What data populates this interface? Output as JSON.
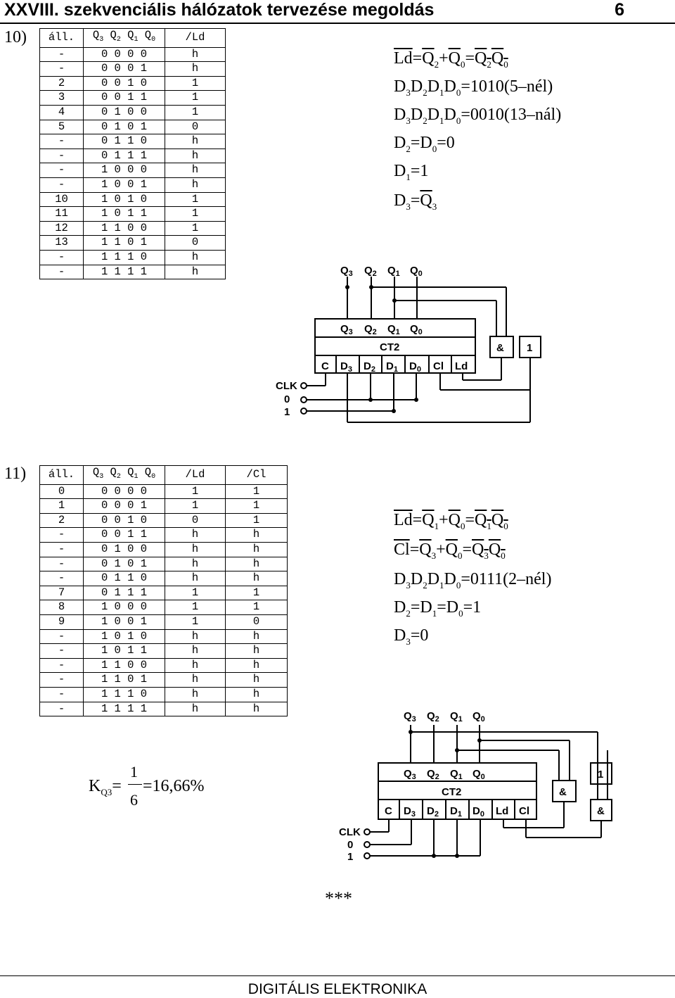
{
  "header": {
    "title": "XXVIII. szekvenciális hálózatok tervezése megoldás",
    "page": "6"
  },
  "problem10": {
    "number": "10)",
    "table_header": [
      "áll.",
      "Q3 Q2 Q1 Q0",
      "/Ld"
    ],
    "rows": [
      [
        "-",
        "0 0 0 0",
        "h"
      ],
      [
        "-",
        "0 0 0 1",
        "h"
      ],
      [
        "2",
        "0 0 1 0",
        "1"
      ],
      [
        "3",
        "0 0 1 1",
        "1"
      ],
      [
        "4",
        "0 1 0 0",
        "1"
      ],
      [
        "5",
        "0 1 0 1",
        "0"
      ],
      [
        "-",
        "0 1 1 0",
        "h"
      ],
      [
        "-",
        "0 1 1 1",
        "h"
      ],
      [
        "-",
        "1 0 0 0",
        "h"
      ],
      [
        "-",
        "1 0 0 1",
        "h"
      ],
      [
        "10",
        "1 0 1 0",
        "1"
      ],
      [
        "11",
        "1 0 1 1",
        "1"
      ],
      [
        "12",
        "1 1 0 0",
        "1"
      ],
      [
        "13",
        "1 1 0 1",
        "0"
      ],
      [
        "-",
        "1 1 1 0",
        "h"
      ],
      [
        "-",
        "1 1 1 1",
        "h"
      ]
    ],
    "eq_ld": {
      "lhs": "Ld",
      "t1": "Q",
      "t1s": "2",
      "t2": "Q",
      "t2s": "0",
      "r1": "Q",
      "r1s": "2",
      "r2": "Q",
      "r2s": "0"
    },
    "eq_d1": "=1010(5–nél)",
    "eq_d2": "=0010(13–nál)",
    "eq_d3": "=0",
    "eq_d4": "=1",
    "eq_d5": "="
  },
  "problem11": {
    "number": "11)",
    "table_header": [
      "áll.",
      "Q3 Q2 Q1 Q0",
      "/Ld",
      "/Cl"
    ],
    "rows": [
      [
        "0",
        "0 0 0 0",
        "1",
        "1"
      ],
      [
        "1",
        "0 0 0 1",
        "1",
        "1"
      ],
      [
        "2",
        "0 0 1 0",
        "0",
        "1"
      ],
      [
        "-",
        "0 0 1 1",
        "h",
        "h"
      ],
      [
        "-",
        "0 1 0 0",
        "h",
        "h"
      ],
      [
        "-",
        "0 1 0 1",
        "h",
        "h"
      ],
      [
        "-",
        "0 1 1 0",
        "h",
        "h"
      ],
      [
        "7",
        "0 1 1 1",
        "1",
        "1"
      ],
      [
        "8",
        "1 0 0 0",
        "1",
        "1"
      ],
      [
        "9",
        "1 0 0 1",
        "1",
        "0"
      ],
      [
        "-",
        "1 0 1 0",
        "h",
        "h"
      ],
      [
        "-",
        "1 0 1 1",
        "h",
        "h"
      ],
      [
        "-",
        "1 1 0 0",
        "h",
        "h"
      ],
      [
        "-",
        "1 1 0 1",
        "h",
        "h"
      ],
      [
        "-",
        "1 1 1 0",
        "h",
        "h"
      ],
      [
        "-",
        "1 1 1 1",
        "h",
        "h"
      ]
    ],
    "eq_d1": "=0111(2–nél)",
    "eq_d2": "=1",
    "eq_d3": "=0",
    "k_lhs": "K",
    "k_sub": "Q3",
    "k_num": "1",
    "k_den": "6",
    "k_result": "=16,66%"
  },
  "circuit": {
    "q_labels": [
      "Q3",
      "Q2",
      "Q1",
      "Q0"
    ],
    "d_labels": [
      "D3",
      "D2",
      "D1",
      "D0"
    ],
    "chip_name": "CT2",
    "c": "C",
    "cl": "Cl",
    "ld": "Ld",
    "and_gate": "&",
    "one": "1",
    "clk": "CLK",
    "zero": "0"
  },
  "stars": "***",
  "footer": "DIGITÁLIS ELEKTRONIKA"
}
